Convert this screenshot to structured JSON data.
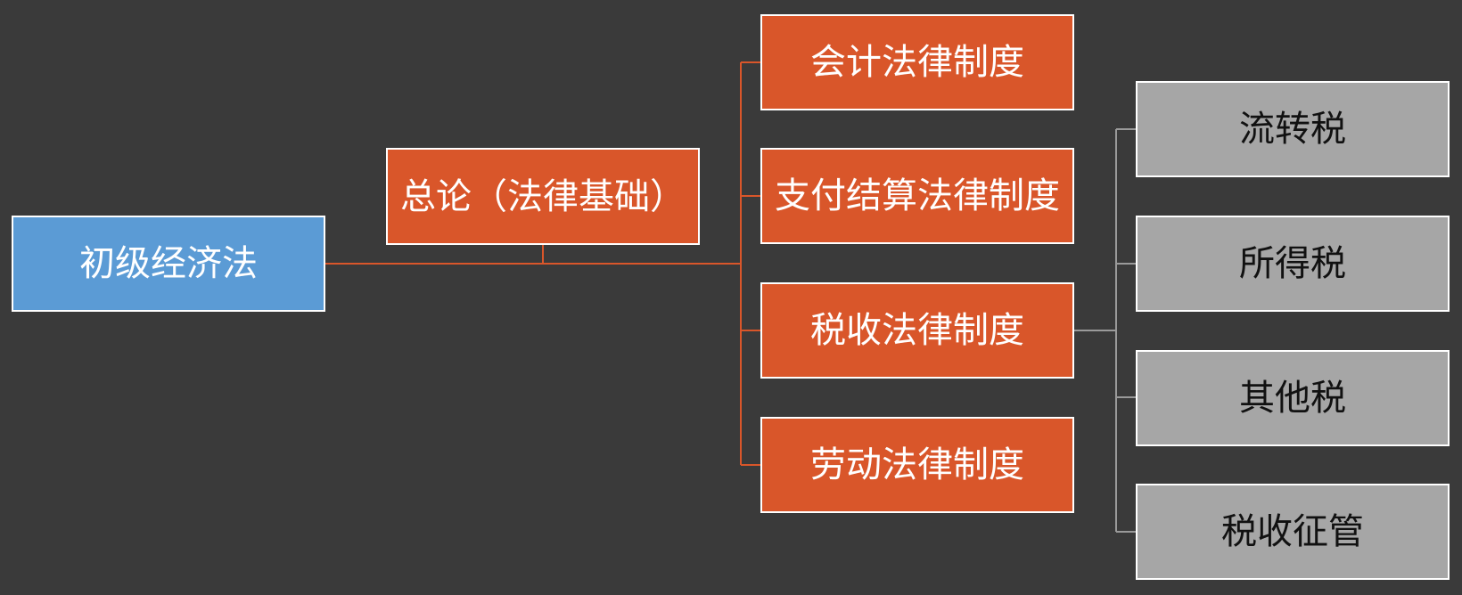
{
  "root": {
    "label": "初级经济法"
  },
  "general": {
    "label": "总论（法律基础）"
  },
  "systems": [
    {
      "label": "会计法律制度"
    },
    {
      "label": "支付结算法律制度"
    },
    {
      "label": "税收法律制度"
    },
    {
      "label": "劳动法律制度"
    }
  ],
  "tax_children": [
    {
      "label": "流转税"
    },
    {
      "label": "所得税"
    },
    {
      "label": "其他税"
    },
    {
      "label": "税收征管"
    }
  ],
  "colors": {
    "background": "#3a3a3a",
    "root_fill": "#5b9bd5",
    "branch_fill": "#d9562a",
    "leaf_fill": "#a6a6a6",
    "orange_line": "#d9562a",
    "gray_line": "#9a9a9a"
  }
}
